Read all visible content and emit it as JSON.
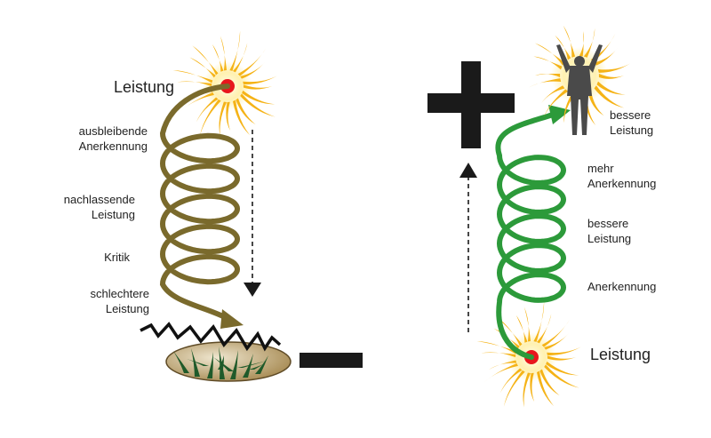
{
  "left": {
    "start": "Leistung",
    "steps": [
      [
        "ausbleibende",
        "Anerkennung"
      ],
      [
        "nachlassende",
        "Leistung"
      ],
      [
        "Kritik"
      ],
      [
        "schlechtere",
        "Leistung"
      ]
    ],
    "spiral_color": "#7a6a2c",
    "sign_name": "minus-sign"
  },
  "right": {
    "end": "Leistung",
    "steps": [
      [
        "bessere",
        "Leistung"
      ],
      [
        "mehr",
        "Anerkennung"
      ],
      [
        "bessere",
        "Leistung"
      ],
      [
        "Anerkennung"
      ]
    ],
    "spiral_color": "#2c9a3a",
    "sign_name": "plus-sign"
  },
  "colors": {
    "sun_ray": "#f5b317",
    "sun_core": "#e8161c",
    "sign": "#1a1a1a",
    "ground": "#c9b48a",
    "grass": "#1f5a2a",
    "person": "#4a4a4a"
  }
}
